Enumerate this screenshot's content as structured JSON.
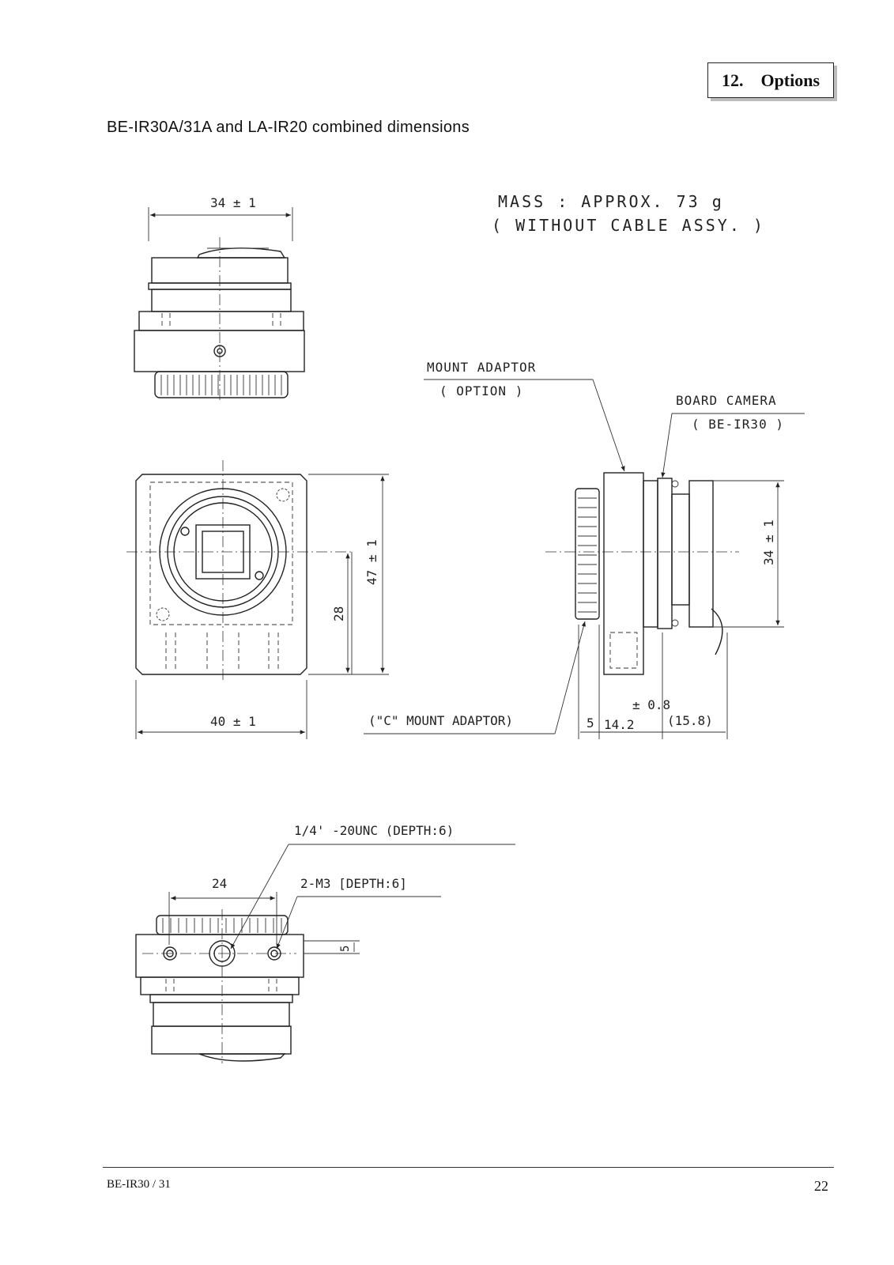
{
  "section": {
    "number": "12.",
    "title": "Options"
  },
  "subtitle": "BE-IR30A/31A and LA-IR20 combined dimensions",
  "drawing": {
    "mass_line1": "MASS : APPROX. 73 g",
    "mass_line2": "( WITHOUT CABLE ASSY. )",
    "top_width": "34 ± 1",
    "front_width": "40 ± 1",
    "front_height": "47 ± 1",
    "front_center_height": "28",
    "side_height": "34 ± 1",
    "mount_adaptor": "MOUNT ADAPTOR",
    "mount_adaptor_note": "( OPTION )",
    "board_camera": "BOARD CAMERA",
    "board_camera_model": "( BE-IR30 )",
    "c_mount_adaptor": "(\"C\" MOUNT ADAPTOR)",
    "dim_5": "5",
    "dim_14_2": "14.2",
    "dim_tolerance": "± 0.8",
    "dim_15_8": "(15.8)",
    "tripod_thread": "1/4' -20UNC (DEPTH:6)",
    "bottom_width": "24",
    "m3_holes": "2-M3 [DEPTH:6]",
    "bottom_offset": "5"
  },
  "footer": {
    "model": "BE-IR30 / 31",
    "page": "22"
  }
}
